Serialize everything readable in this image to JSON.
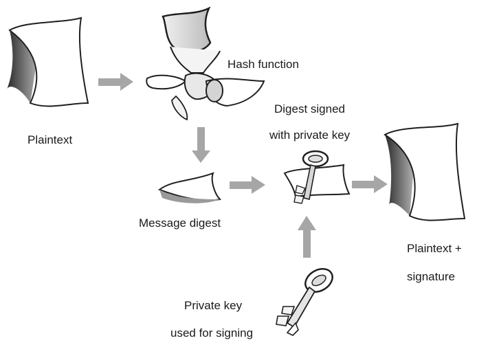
{
  "labels": {
    "plaintext": "Plaintext",
    "hash_function": "Hash function",
    "digest_signed_line1": "Digest signed",
    "digest_signed_line2": "with private key",
    "message_digest": "Message digest",
    "plaintext_signature_line1": "Plaintext +",
    "plaintext_signature_line2": "signature",
    "private_key_line1": "Private key",
    "private_key_line2": "used for signing"
  },
  "colors": {
    "arrow": "#a6a6a6",
    "outline": "#1f1f1f",
    "shade": "#8a8a8a",
    "paper": "#ffffff"
  },
  "icons": [
    "document-icon",
    "hash-function-icon",
    "message-digest-icon",
    "signed-digest-icon",
    "signed-document-icon",
    "private-key-icon"
  ]
}
